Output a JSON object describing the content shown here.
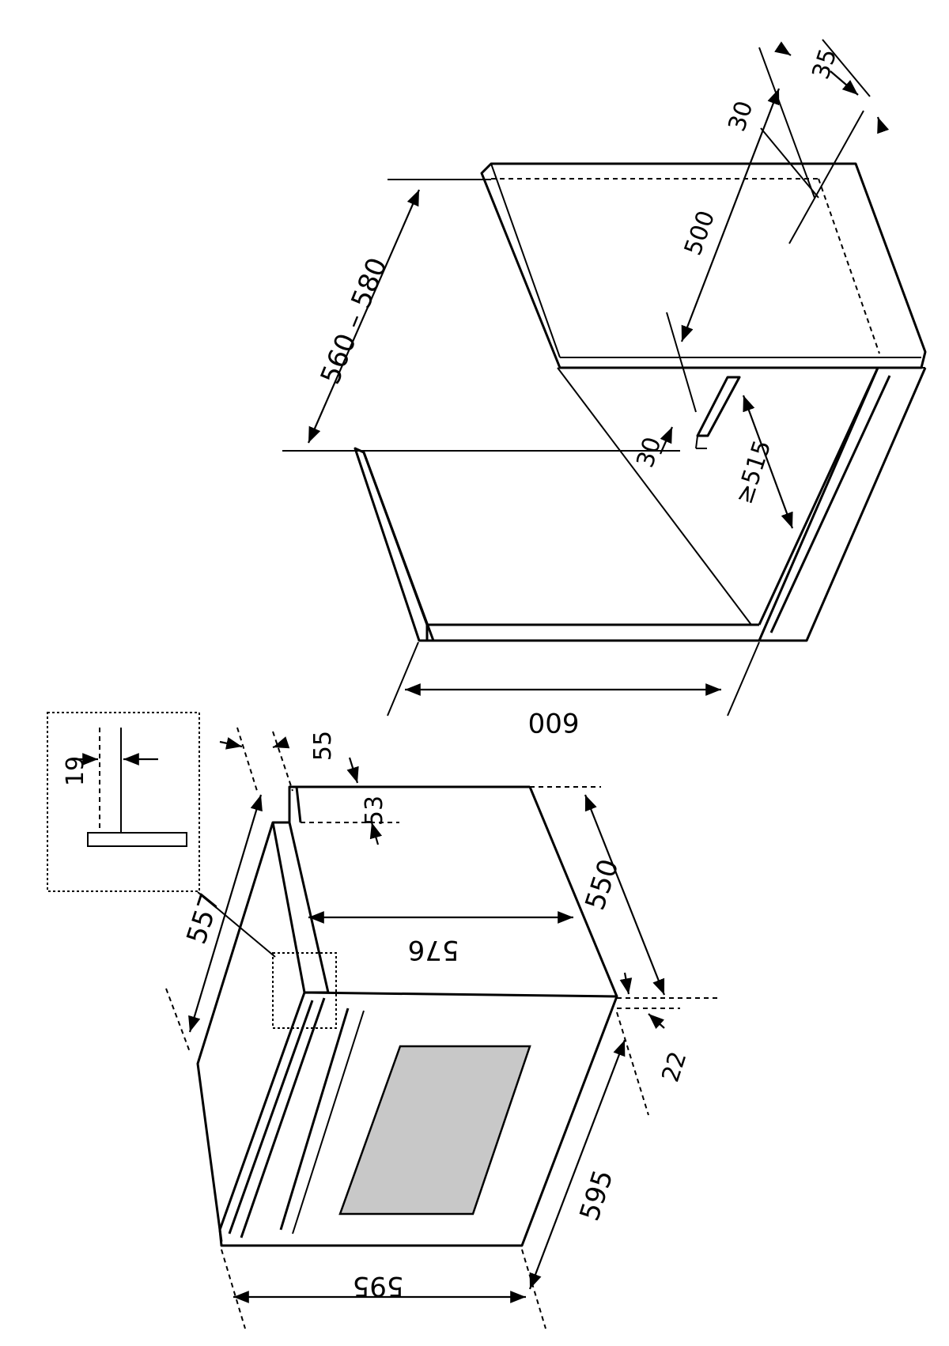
{
  "oven_dimensions": {
    "d19": "19",
    "d55": "55",
    "d53": "53",
    "d557": "557",
    "d576": "576",
    "d550": "550",
    "d22": "22",
    "d595_depth": "595",
    "d595_width": "595"
  },
  "cabinet_dimensions": {
    "height_range": "560 – 580",
    "d30_top": "30",
    "d35": "35",
    "d500": "500",
    "d30_mid": "30",
    "d515": "≥515",
    "d600": "600"
  },
  "colors": {
    "line": "#000000",
    "background": "#ffffff",
    "oven_window": "#c8c8c8"
  }
}
